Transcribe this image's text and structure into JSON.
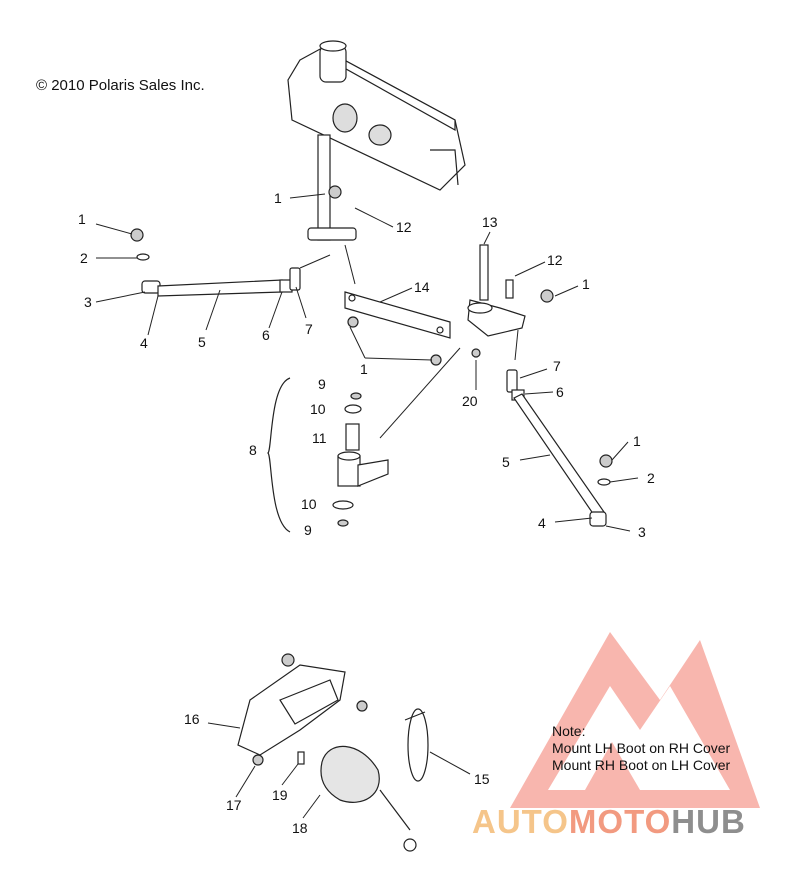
{
  "copyright": "© 2010 Polaris Sales Inc.",
  "note": {
    "title": "Note:",
    "lines": [
      "Mount LH Boot on RH Cover",
      "Mount RH Boot on LH Cover"
    ]
  },
  "brand": {
    "part1": "AUTO",
    "part2": "MOTO",
    "part3": "HUB"
  },
  "colors": {
    "brand_yellow": "#f5c58a",
    "brand_red": "#f29a80",
    "brand_gray": "#8e8e8e",
    "line": "#222222"
  },
  "callouts": {
    "c1": "1",
    "c2": "12",
    "c3": "1",
    "c4": "2",
    "c5": "3",
    "c6": "4",
    "c7": "5",
    "c8": "6",
    "c9": "7",
    "c10": "14",
    "c11": "13",
    "c12": "12",
    "c13": "1",
    "c14": "1",
    "c15": "20",
    "c16": "7",
    "c17": "6",
    "c18": "9",
    "c19": "10",
    "c20": "11",
    "c21": "8",
    "c22": "10",
    "c23": "9",
    "c24": "1",
    "c25": "2",
    "c26": "5",
    "c27": "4",
    "c28": "3",
    "c29": "16",
    "c30": "17",
    "c31": "19",
    "c32": "18",
    "c33": "15"
  }
}
